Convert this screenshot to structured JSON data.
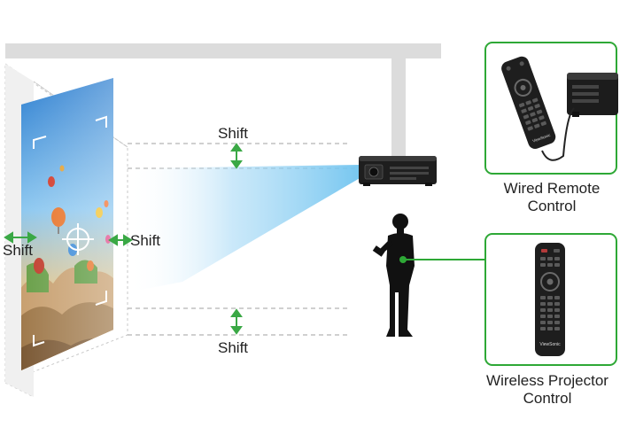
{
  "labels": {
    "shift_top": "Shift",
    "shift_right": "Shift",
    "shift_left": "Shift",
    "shift_bottom": "Shift"
  },
  "wired_remote": {
    "line1": "Wired Remote",
    "line2": "Control",
    "brand": "ViewSonic"
  },
  "wireless_remote": {
    "line1": "Wireless Projector",
    "line2": "Control",
    "brand": "ViewSonic"
  },
  "colors": {
    "accent_green": "#2ea836",
    "arrow_green": "#3aa845",
    "ceiling": "#dcdcdc",
    "beam": "#6ec3ef",
    "dash": "#b5b5b5",
    "device": "#1e1e1e"
  }
}
